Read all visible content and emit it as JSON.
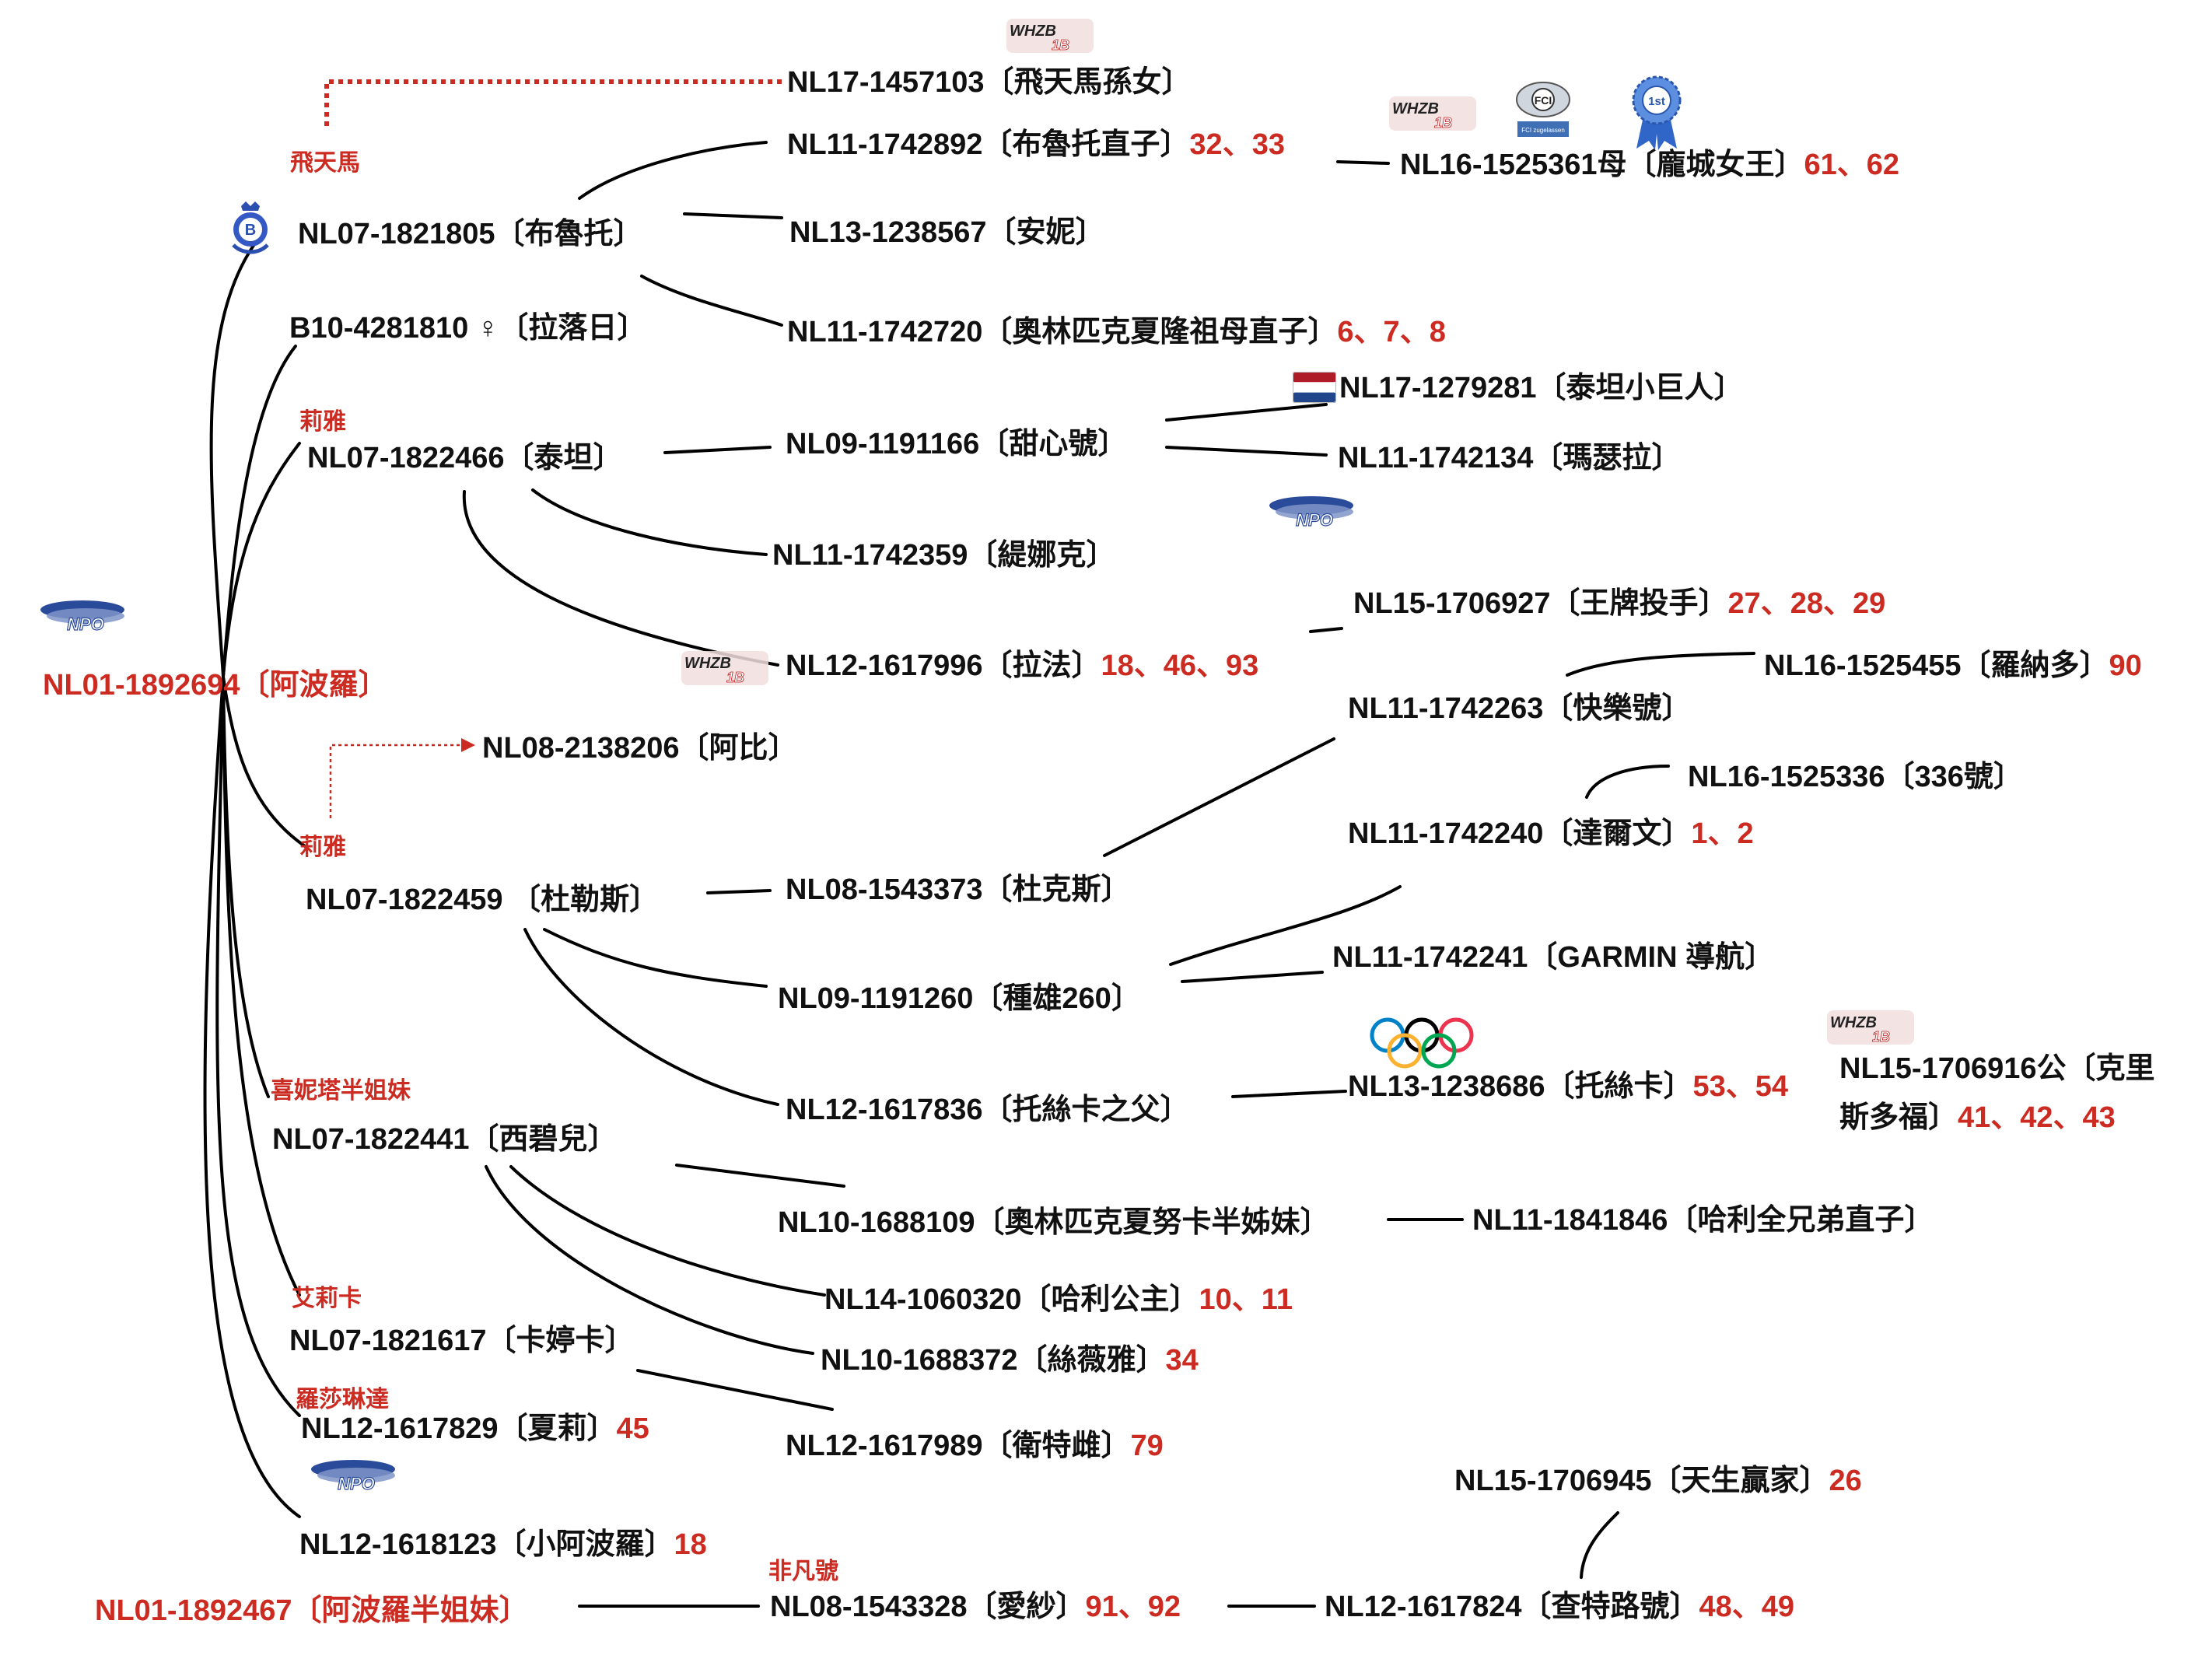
{
  "colors": {
    "line": "#000000",
    "red": "#cc2b22",
    "text": "#111111",
    "flag": [
      "#ae1c28",
      "#ffffff",
      "#21468b"
    ]
  },
  "nodes": {
    "root": {
      "label": "NL01-1892694〔阿波羅〕"
    },
    "root2": {
      "label": "NL01-1892467〔阿波羅半姐妹〕"
    },
    "n1457103": {
      "label": "NL17-1457103〔飛天馬孫女〕"
    },
    "n1742892": {
      "label": "NL11-1742892〔布魯托直子〕",
      "suffix": "32、33"
    },
    "n1525361": {
      "label": "NL16-1525361母〔龐城女王〕",
      "suffix": "61、62"
    },
    "n1821805": {
      "label": "NL07-1821805〔布魯托〕"
    },
    "n1238567": {
      "label": "NL13-1238567〔安妮〕"
    },
    "n4281810": {
      "label": "B10-4281810 ♀〔拉落日〕"
    },
    "n1742720": {
      "label": "NL11-1742720〔奧林匹克夏隆祖母直子〕",
      "suffix": "6、7、8"
    },
    "n1279281": {
      "label": "NL17-1279281〔泰坦小巨人〕"
    },
    "n1822466": {
      "label": "NL07-1822466〔泰坦〕"
    },
    "n1191166": {
      "label": "NL09-1191166〔甜心號〕"
    },
    "n1742134": {
      "label": "NL11-1742134〔瑪瑟拉〕"
    },
    "n1742359": {
      "label": "NL11-1742359〔緹娜克〕"
    },
    "n1706927": {
      "label": "NL15-1706927〔王牌投手〕",
      "suffix": "27、28、29"
    },
    "n1617996": {
      "label": "NL12-1617996〔拉法〕",
      "suffix": "18、46、93"
    },
    "n1525455": {
      "label": "NL16-1525455〔羅納多〕",
      "suffix": "90"
    },
    "n1742263": {
      "label": "NL11-1742263〔快樂號〕"
    },
    "n2138206": {
      "label": "NL08-2138206〔阿比〕"
    },
    "n1525336": {
      "label": "NL16-1525336〔336號〕"
    },
    "n1742240": {
      "label": "NL11-1742240〔達爾文〕",
      "suffix": "1、2"
    },
    "n1822459": {
      "label": "NL07-1822459 〔杜勒斯〕"
    },
    "n1543373": {
      "label": "NL08-1543373〔杜克斯〕"
    },
    "n1742241": {
      "label": "NL11-1742241〔GARMIN 導航〕"
    },
    "n1191260": {
      "label": "NL09-1191260〔種雄260〕"
    },
    "n1238686": {
      "label": "NL13-1238686〔托絲卡〕",
      "suffix": "53、54"
    },
    "n1706916a": {
      "label": "NL15-1706916公〔克里"
    },
    "n1706916b": {
      "label": "斯多福〕",
      "suffix": "41、42、43"
    },
    "n1617836": {
      "label": "NL12-1617836〔托絲卡之父〕"
    },
    "n1822441": {
      "label": "NL07-1822441〔西碧兒〕"
    },
    "n1688109": {
      "label": "NL10-1688109〔奧林匹克夏努卡半姊妹〕"
    },
    "n1841846": {
      "label": "NL11-1841846〔哈利全兄弟直子〕"
    },
    "n1060320": {
      "label": "NL14-1060320〔哈利公主〕",
      "suffix": "10、11"
    },
    "n1821617": {
      "label": "NL07-1821617〔卡婷卡〕"
    },
    "n1688372": {
      "label": "NL10-1688372〔絲薇雅〕",
      "suffix": "34"
    },
    "n1617829": {
      "label": "NL12-1617829〔夏莉〕",
      "suffix": "45"
    },
    "n1617989": {
      "label": "NL12-1617989〔衛特雌〕",
      "suffix": "79"
    },
    "n1706945": {
      "label": "NL15-1706945〔天生贏家〕",
      "suffix": "26"
    },
    "n1618123": {
      "label": "NL12-1618123〔小阿波羅〕",
      "suffix": "18"
    },
    "n1543328": {
      "label": "NL08-1543328〔愛紗〕",
      "suffix": "91、92"
    },
    "n1617824": {
      "label": "NL12-1617824〔查特路號〕",
      "suffix": "48、49"
    }
  },
  "tags": {
    "t_feitianma": "飛天馬",
    "t_liya1": "莉雅",
    "t_liya2": "莉雅",
    "t_xinita": "喜妮塔半姐妹",
    "t_elika": "艾莉卡",
    "t_luosha": "羅莎琳達",
    "t_feifan": "非凡號"
  },
  "badges": {
    "whzb_text": [
      "WHZB",
      "1B"
    ],
    "npo_text": "NPO",
    "fci_text": [
      "FCI",
      "FCI zugelassen"
    ],
    "ribbon_text": "1st",
    "shield_text": "B"
  }
}
